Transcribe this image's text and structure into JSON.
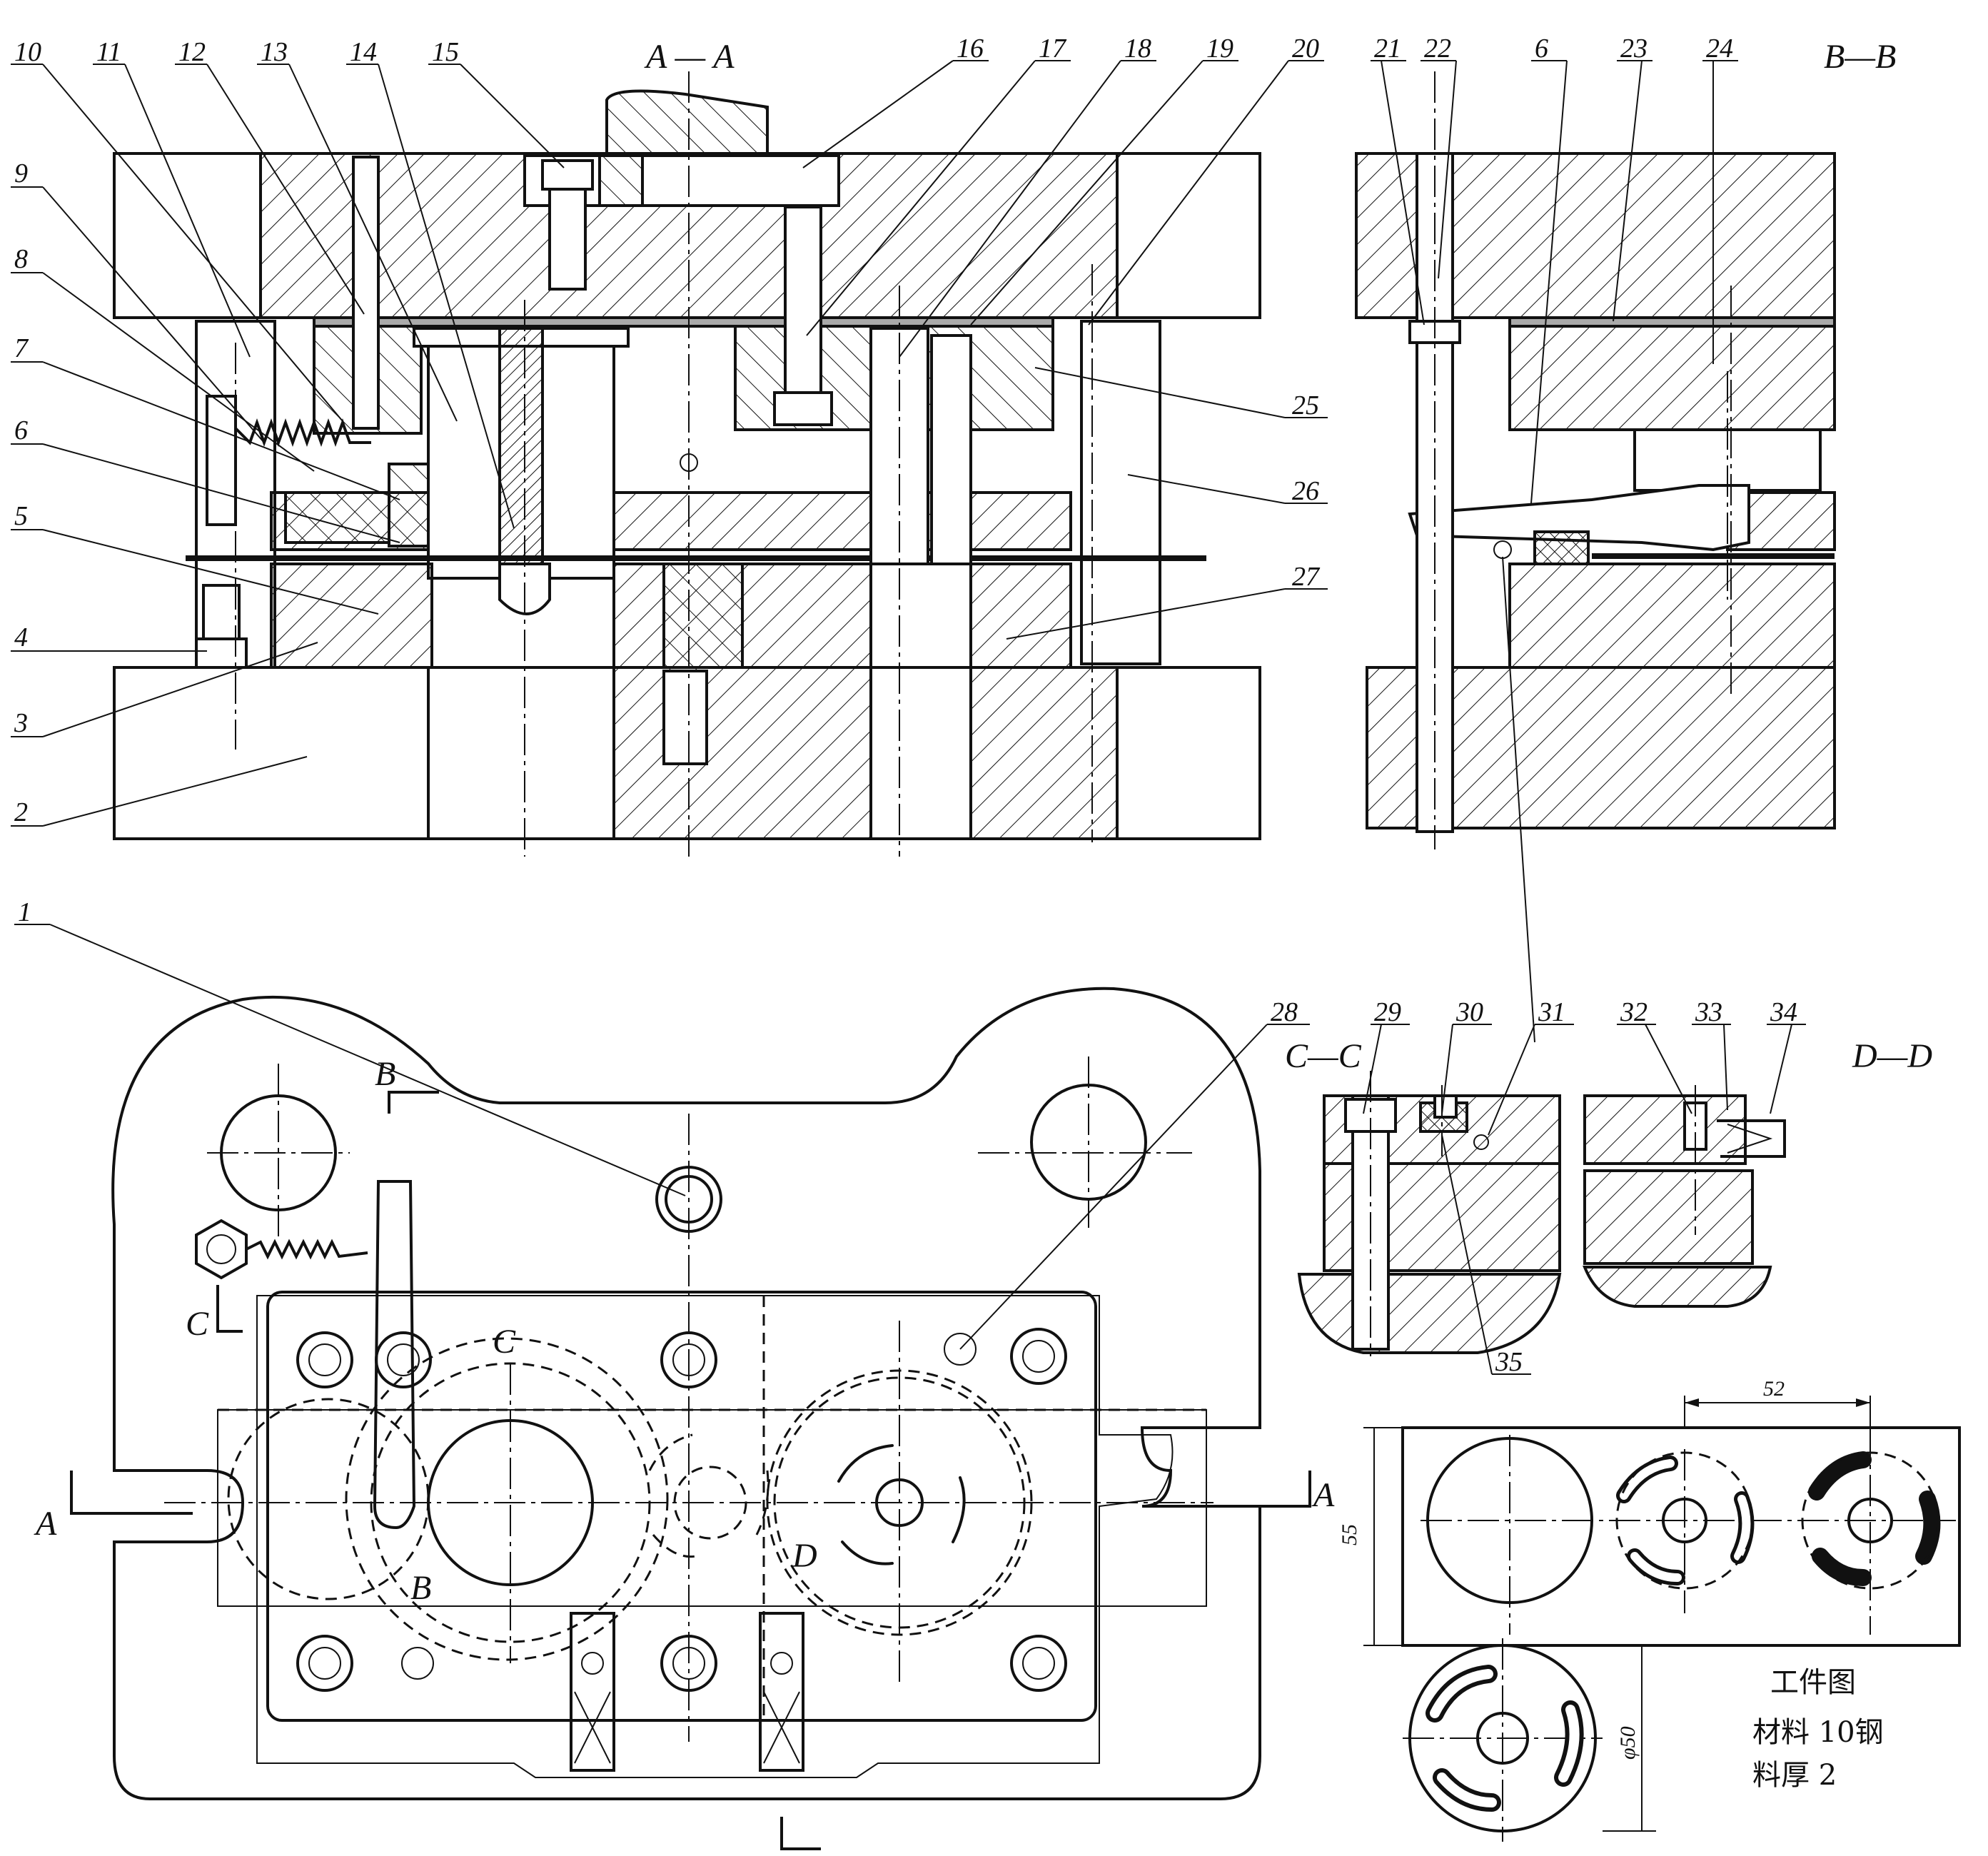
{
  "views": {
    "aa": "A — A",
    "bb": "B—B",
    "cc": "C—C",
    "dd": "D—D"
  },
  "section_marks": {
    "a_left": "A",
    "a_right": "A",
    "b_top": "B",
    "b_bottom": "B",
    "c_left": "C",
    "c_mid": "C",
    "d_mid": "D"
  },
  "callouts_aa": [
    "10",
    "11",
    "12",
    "13",
    "14",
    "15",
    "16",
    "17",
    "18",
    "19",
    "20"
  ],
  "callouts_left": [
    "9",
    "8",
    "7",
    "6",
    "5",
    "4",
    "3",
    "2"
  ],
  "callouts_right": [
    "25",
    "26",
    "27"
  ],
  "callouts_bb": [
    "21",
    "22",
    "6",
    "23",
    "24"
  ],
  "callouts_plan": [
    "1",
    "28"
  ],
  "callouts_cc": [
    "29",
    "30",
    "31",
    "35"
  ],
  "callouts_dd": [
    "32",
    "33",
    "34"
  ],
  "workpiece": {
    "dim_width": "52",
    "dim_height": "55",
    "dim_dia": "φ50",
    "title": "工件图",
    "material": "材料 10钢",
    "thickness": "料厚 2"
  },
  "colors": {
    "line": "#111111",
    "background": "#ffffff"
  }
}
